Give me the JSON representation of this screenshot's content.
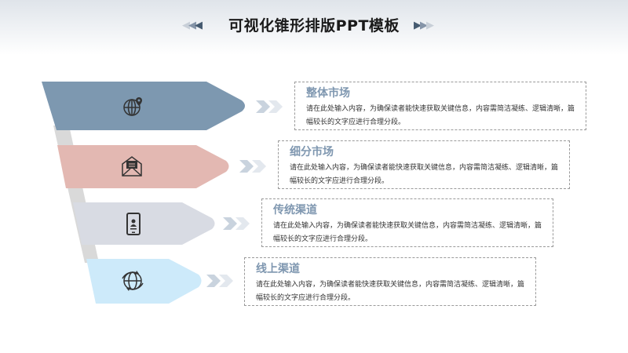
{
  "title": "可视化锥形排版PPT模板",
  "header_arrows": {
    "left": "◀◀◀",
    "right": "▶▶▶"
  },
  "colors": {
    "row1": "#7d98b0",
    "row2": "#e3b8b2",
    "row3": "#d8dbe3",
    "row4": "#cdeafa",
    "heading": "#7f97b0",
    "stem": "#d9d9d9"
  },
  "items": [
    {
      "heading": "整体市场",
      "text": "请在此处输入内容，为确保读者能快速获取关键信息，内容需简洁凝练、逻辑清晰，篇幅较长的文字应进行合理分段。",
      "icon": "globe-location-icon"
    },
    {
      "heading": "细分市场",
      "text": "请在此处输入内容，为确保读者能快速获取关键信息，内容需简洁凝练、逻辑清晰，篇幅较长的文字应进行合理分段。",
      "icon": "envelope-icon"
    },
    {
      "heading": "传统渠道",
      "text": "请在此处输入内容，为确保读者能快速获取关键信息，内容需简洁凝练、逻辑清晰，篇幅较长的文字应进行合理分段。",
      "icon": "mobile-user-icon"
    },
    {
      "heading": "线上渠道",
      "text": "请在此处输入内容，为确保读者能快速获取关键信息，内容需简洁凝练、逻辑清晰，篇幅较长的文字应进行合理分段。",
      "icon": "globe-arrows-icon"
    }
  ]
}
